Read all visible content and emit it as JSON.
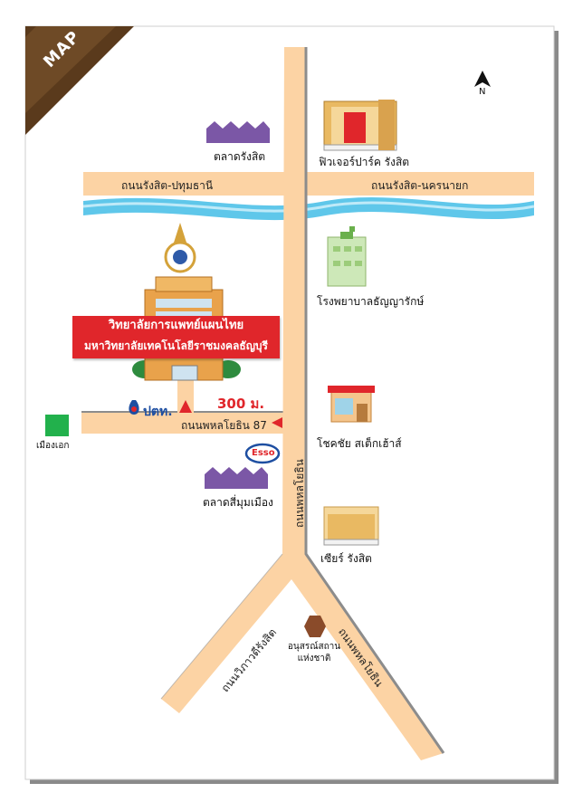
{
  "tag": "MAP",
  "north": "N",
  "roads": {
    "rangsit_pathum": "ถนนรังสิต-ปทุมธานี",
    "rangsit_nakhon": "ถนนรังสิต-นครนายก",
    "phahonyothin87": "ถนนพหลโยธิน 87",
    "phahonyothin": "ถนนพหลโยธิน",
    "wiphawadi": "ถนนวิภาวดีรังสิต",
    "vibhavadi_right": "ถนนพหลโยธิน"
  },
  "places": {
    "talad_rangsit": "ตลาดรังสิต",
    "future_park": "ฟิวเจอร์ปาร์ค รังสิต",
    "hospital": "โรงพยาบาลธัญญารักษ์",
    "showroom": "โชคชัย สเต็กเฮ้าส์",
    "market_4": "ตลาดสี่มุมเมือง",
    "zeer": "เซียร์ รังสิต",
    "muang_ek": "เมืองเอก",
    "monument": "อนุสรณ์สถานแห่งชาติ"
  },
  "banner": {
    "line1": "วิทยาลัยการแพทย์แผนไทย",
    "line2": "มหาวิทยาลัยเทคโนโลยีราชมงคลธัญบุรี"
  },
  "distance": "300 ม.",
  "ptt": "ปตท.",
  "esso": "Esso",
  "colors": {
    "road": "#fcd3a4",
    "road_edge": "#f0b87d",
    "canal": "#5fc7ea",
    "banner": "#e0262b",
    "market": "#7b57a6",
    "tag": "#5a3a1c",
    "muang_ek": "#22b14c",
    "monument": "#8a4b2a"
  }
}
